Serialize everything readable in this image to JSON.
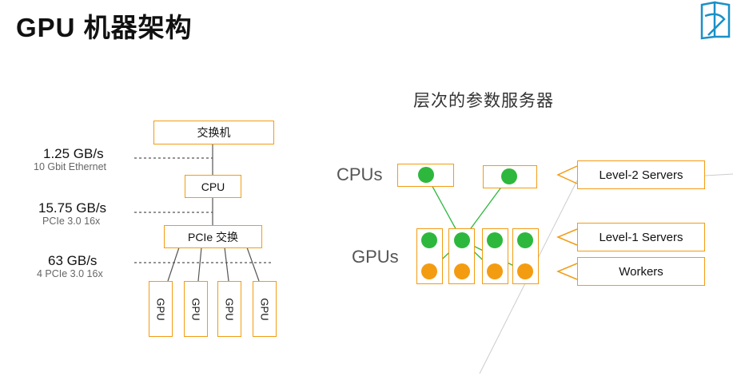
{
  "title": "GPU 机器架构",
  "left": {
    "switch_label": "交换机",
    "cpu_label": "CPU",
    "pcie_label": "PCIe 交换",
    "gpu_label": "GPU",
    "rates": [
      {
        "value": "1.25 GB/s",
        "note": "10 Gbit Ethernet"
      },
      {
        "value": "15.75 GB/s",
        "note": "PCIe 3.0 16x"
      },
      {
        "value": "63 GB/s",
        "note": "4 PCIe 3.0 16x"
      }
    ]
  },
  "right": {
    "heading": "层次的参数服务器",
    "cpus_label": "CPUs",
    "gpus_label": "GPUs",
    "callouts": {
      "level2": "Level-2 Servers",
      "level1": "Level-1 Servers",
      "workers": "Workers"
    }
  },
  "colors": {
    "accent_orange": "#f39c12",
    "node_green": "#2db83d",
    "logo_blue": "#1a90c8"
  }
}
